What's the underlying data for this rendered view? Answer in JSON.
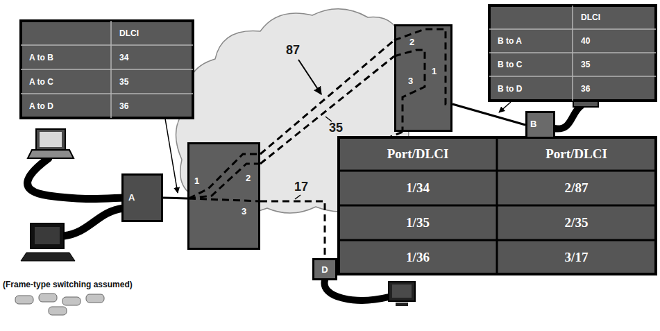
{
  "diagram": {
    "nodes": [
      {
        "text": [
          "A"
        ]
      },
      {
        "text": [
          "2",
          "1",
          "3"
        ]
      },
      {
        "text": [
          "D"
        ]
      },
      {
        "text": [
          "2",
          "3",
          "1"
        ]
      },
      {
        "text": [
          "B"
        ]
      }
    ],
    "edges": [
      {
        "from": 0,
        "to": 1,
        "arrow": "none"
      },
      {
        "from": 1,
        "to": 3,
        "arrow": "none"
      },
      {
        "from": 1,
        "to": 3,
        "arrow": "none"
      },
      {
        "from": 3,
        "to": 4,
        "arrow": "none"
      },
      {
        "from": 1,
        "to": 2,
        "arrow": "none"
      }
    ],
    "labels": [
      "DLCI",
      "A to B",
      "34",
      "A to C",
      "35",
      "A to D",
      "36",
      "DLCI",
      "B to A",
      "40",
      "B to C",
      "35",
      "B to D",
      "36",
      "87",
      "35",
      "17",
      "Port/DLCI",
      "Port/DLCI",
      "1/34",
      "2/87",
      "1/35",
      "2/35",
      "1/36",
      "3/17",
      "(Frame-type switching assumed)"
    ]
  }
}
